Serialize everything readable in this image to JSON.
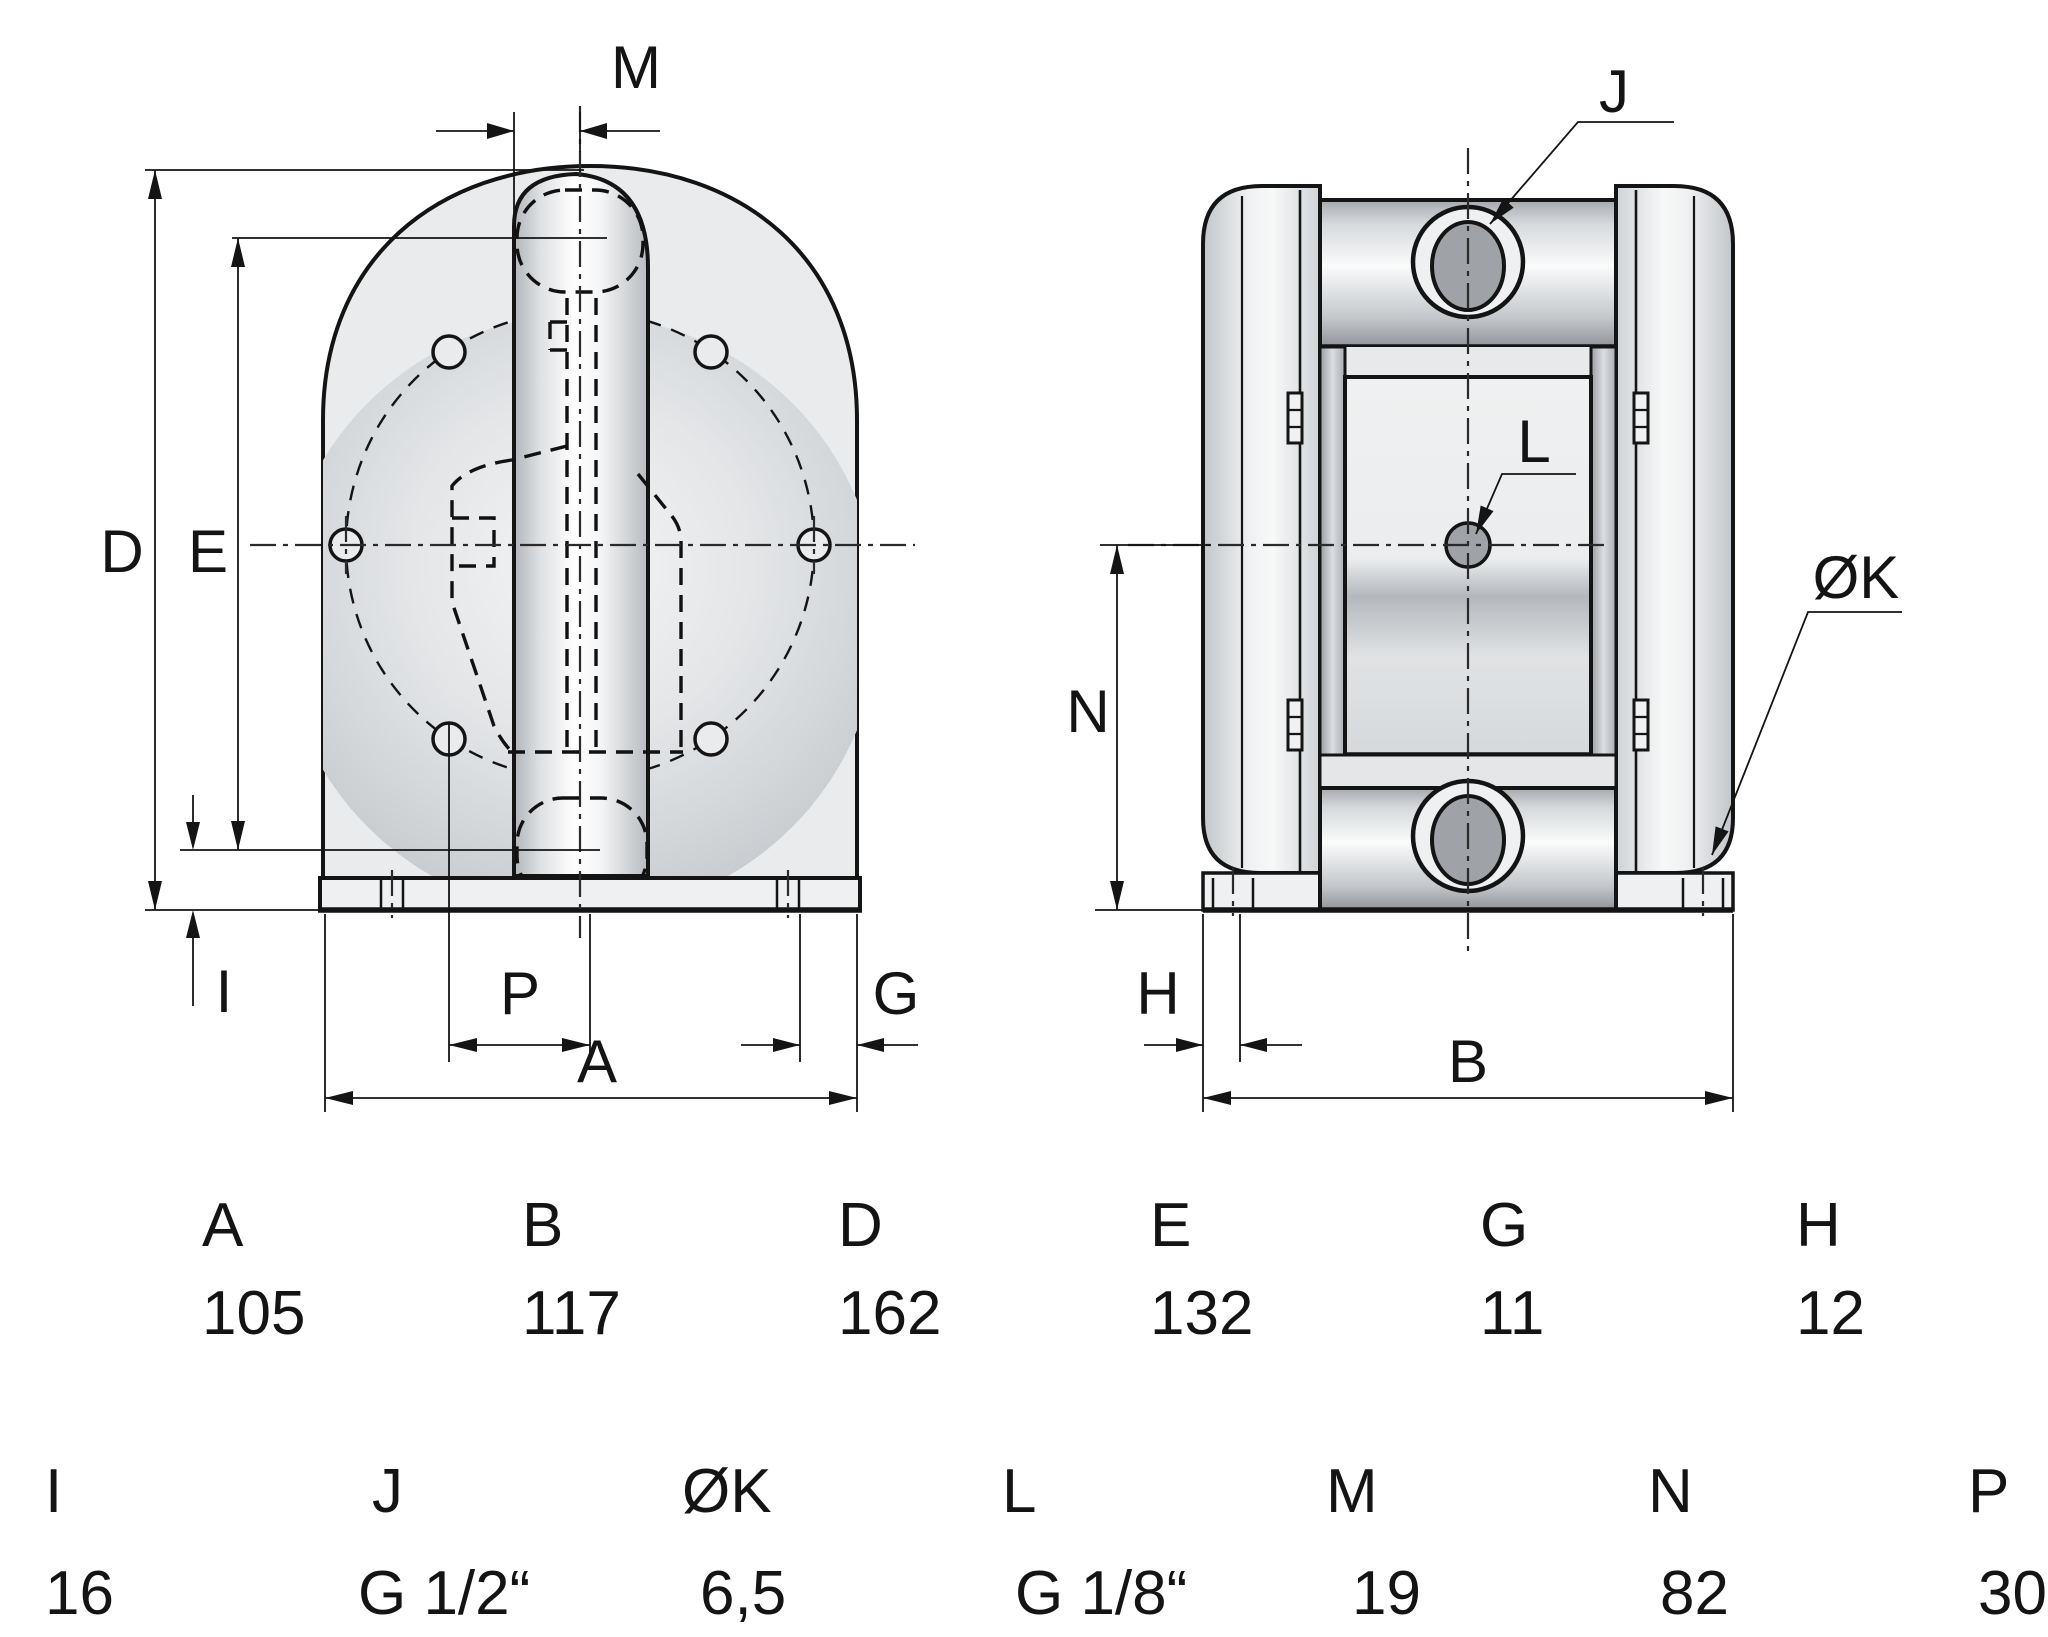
{
  "drawing": {
    "front_view_labels": {
      "M": "M",
      "D": "D",
      "E": "E",
      "I": "I",
      "P": "P",
      "G": "G",
      "A": "A"
    },
    "side_view_labels": {
      "J": "J",
      "L": "L",
      "N": "N",
      "H": "H",
      "B": "B",
      "K": "ØK"
    }
  },
  "dim_table": {
    "row1": [
      {
        "label": "A",
        "value": "105"
      },
      {
        "label": "B",
        "value": "117"
      },
      {
        "label": "D",
        "value": "162"
      },
      {
        "label": "E",
        "value": "132"
      },
      {
        "label": "G",
        "value": "11"
      },
      {
        "label": "H",
        "value": "12"
      }
    ],
    "row2": [
      {
        "label": "I",
        "value": "16"
      },
      {
        "label": "J",
        "value": "G 1/2“"
      },
      {
        "label": "ØK",
        "value": "6,5"
      },
      {
        "label": "L",
        "value": "G 1/8“"
      },
      {
        "label": "M",
        "value": "19"
      },
      {
        "label": "N",
        "value": "82"
      },
      {
        "label": "P",
        "value": "30"
      }
    ]
  },
  "colors": {
    "ink": "#141414",
    "body_fill": "#e9ebec",
    "light_fill": "#eef0f1",
    "port_fill": "#9fa2a6",
    "background": "#ffffff"
  }
}
